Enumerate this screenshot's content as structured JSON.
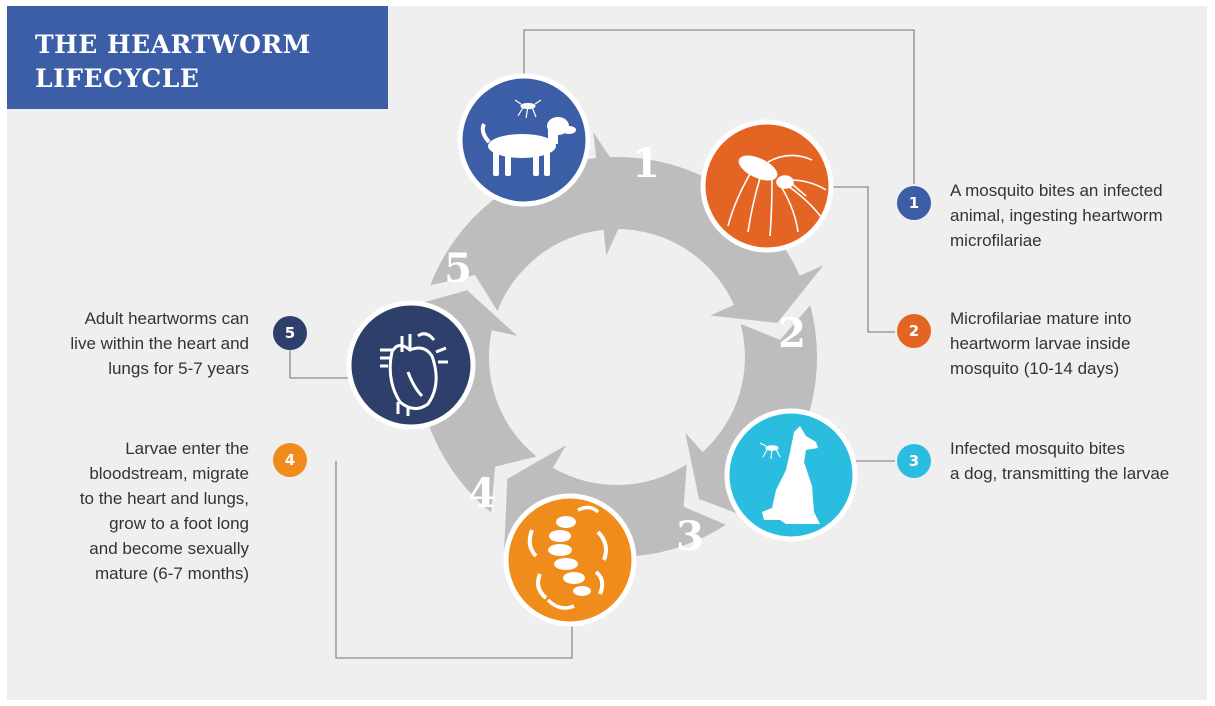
{
  "title": {
    "line1": "THE HEARTWORM",
    "line2": "LIFECYCLE"
  },
  "colors": {
    "title_bg": "#3c5ea6",
    "arrows": "#bdbdbd",
    "step1": "#3c5ea6",
    "step2": "#e46424",
    "step3": "#2bbde0",
    "step4": "#f08c1c",
    "step5": "#2f3f6b"
  },
  "cycle_numbers": [
    "1",
    "2",
    "3",
    "4",
    "5"
  ],
  "steps": [
    {
      "num": "1",
      "icon": "dog-with-mosquito-icon",
      "lines": [
        "A mosquito bites an infected",
        "animal, ingesting heartworm",
        "microfilariae"
      ]
    },
    {
      "num": "2",
      "icon": "mosquito-icon",
      "lines": [
        "Microfilariae mature into",
        "heartworm larvae inside",
        "mosquito (10-14 days)"
      ]
    },
    {
      "num": "3",
      "icon": "sitting-dog-icon",
      "lines": [
        "Infected mosquito bites",
        "a dog, transmitting the larvae"
      ]
    },
    {
      "num": "4",
      "icon": "larvae-worms-icon",
      "lines": [
        "Larvae enter the",
        "bloodstream, migrate",
        "to the heart and lungs,",
        "grow to a foot long",
        "and become sexually",
        "mature (6-7 months)"
      ]
    },
    {
      "num": "5",
      "icon": "heart-icon",
      "lines": [
        "Adult heartworms can",
        "live within the heart and",
        "lungs for 5-7 years"
      ]
    }
  ]
}
